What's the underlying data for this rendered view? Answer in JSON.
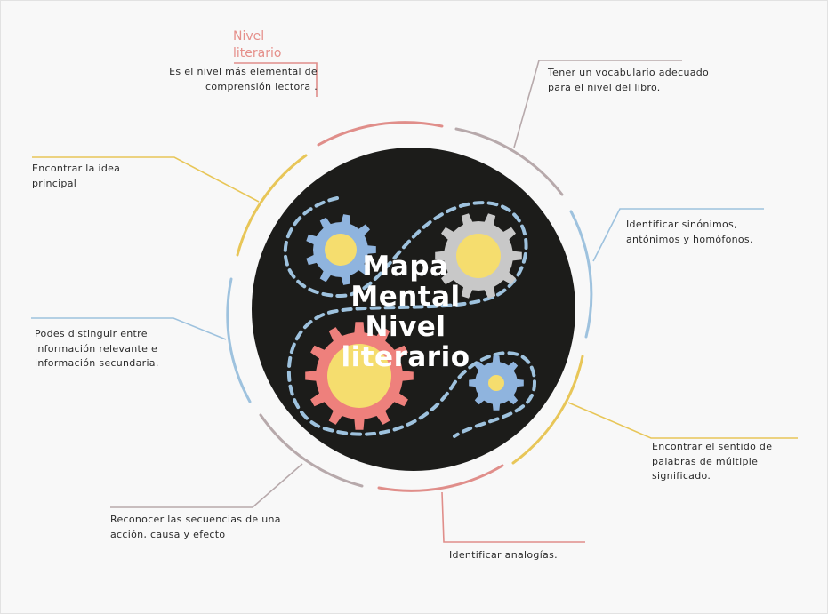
{
  "center": {
    "title": "Mapa Mental Nivel literario"
  },
  "top_node": {
    "heading": "Nivel literario",
    "text": "Es el nivel más elemental de comprensión lectora ."
  },
  "branches": [
    {
      "id": "vocabulario",
      "text": "Tener un vocabulario adecuado para el nivel del libro.",
      "color": "#b7a9ab"
    },
    {
      "id": "sinonimos",
      "text": "Identificar sinónimos, antónimos y homófonos.",
      "color": "#9ec2de"
    },
    {
      "id": "sentido",
      "text": "Encontrar el sentido de palabras de múltiple significado.",
      "color": "#e8c658"
    },
    {
      "id": "analogias",
      "text": "Identificar analogías.",
      "color": "#e08e8a"
    },
    {
      "id": "secuencias",
      "text": "Reconocer las secuencias de una acción, causa y efecto",
      "color": "#b7a9ab"
    },
    {
      "id": "distinguir",
      "text": "Podes distinguir entre información relevante e información secundaria.",
      "color": "#9ec2de"
    },
    {
      "id": "idea",
      "text": "Encontrar la idea principal",
      "color": "#e8c658"
    }
  ],
  "colors": {
    "pink": "#e08e8a",
    "taupe": "#b7a9ab",
    "blue": "#9ec2de",
    "yellow": "#e8c658",
    "dark_circle": "#1c1c1a",
    "gear_red": "#ee807c",
    "gear_blue": "#8fb4de",
    "gear_gray": "#c8c8c8",
    "gear_center": "#f5dd6e"
  },
  "icons": [
    "gear-icon",
    "dashed-path-icon"
  ]
}
